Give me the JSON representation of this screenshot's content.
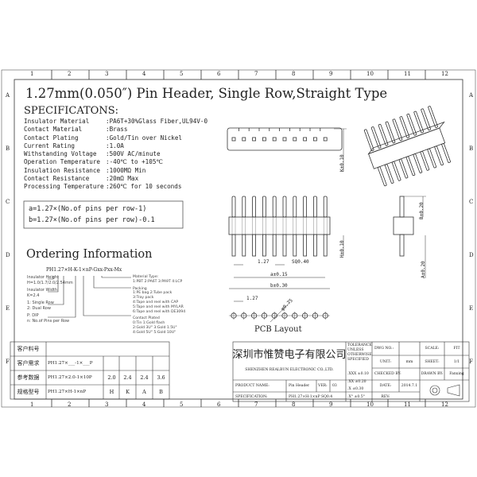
{
  "frame": {
    "columns": [
      "1",
      "2",
      "3",
      "4",
      "5",
      "6",
      "7",
      "8",
      "9",
      "10",
      "11",
      "12"
    ],
    "rows": [
      "A",
      "B",
      "C",
      "D",
      "E",
      "F"
    ]
  },
  "title": "1.27mm(0.050″) Pin Header, Single Row,Straight Type",
  "specs": {
    "heading": "SPECIFICATONS:",
    "items": [
      {
        "label": "Insulator Material",
        "value": ":PA6T+30%Glass Fiber,UL94V-0"
      },
      {
        "label": "Contact Material",
        "value": ":Brass"
      },
      {
        "label": "Contact Plating",
        "value": ":Gold/Tin over Nickel"
      },
      {
        "label": "Current Rating",
        "value": ":1.0A"
      },
      {
        "label": "Withstanding Voltage",
        "value": ":500V AC/minute"
      },
      {
        "label": "Operation Temperature",
        "value": ":-40℃ to +105℃"
      },
      {
        "label": "Insulation Resistance",
        "value": ":1000MΩ Min"
      },
      {
        "label": "Contact Resistance",
        "value": ":20mΩ Max"
      },
      {
        "label": "Processing Temperature",
        "value": ":260℃ for 10 seconds"
      }
    ]
  },
  "formulas": [
    "a=1.27×(No.of pins per row-1)",
    "b=1.27×(No.of pins per row)-0.1"
  ],
  "ordering": {
    "heading": "Ordering Information",
    "code": "PH1.27×H-K-1×nP-Gxx-Pxx-Mx",
    "left": [
      "Insulator Height",
      "H=1.0/1.7/2.0/2.54mm",
      "Insulator Width",
      "K=2.4",
      "1:  Single Row",
      "2:  Dual Row",
      "P: DIP",
      "n: No.of Pins per Row"
    ],
    "right": [
      "Material Type:",
      "1:PBT 2:PA6T 3:PA9T 4:LCP",
      "Packing",
      "1:PE bag    2:Tube pack",
      "3:Tray pack",
      "4:Tape and reel with CAP",
      "5:Tape and reel with MYLAR",
      "6:Tape and reel with DE3094",
      "Contact Plated",
      "0:Tin          1:Gold flash",
      "2:Gold 3U\"     3:Gold 1.5U\"",
      "4:Gold 5U\"     5:Gold 10U\""
    ]
  },
  "dims": {
    "k": "K±0.10",
    "h": "H±0.10",
    "b_side": "B±0.20",
    "a_side": "A±0.20",
    "pitch": "1.27",
    "sq": "SQ0.40",
    "a": "a±0.15",
    "b": "b±0.30",
    "pcb_pitch": "1.27",
    "hole": "φ0.75",
    "pcb_label": "PCB Layout"
  },
  "customer_table": {
    "rows": [
      {
        "label": "客户料号",
        "code": "",
        "vals": []
      },
      {
        "label": "客户需求",
        "code": "PH1.27×___-1×___P",
        "vals": [
          "",
          "",
          "",
          ""
        ]
      },
      {
        "label": "参考数据",
        "code": "PH1.27×2.0-1×10P",
        "vals": [
          "2.0",
          "2.4",
          "2.4",
          "3.6"
        ]
      },
      {
        "label": "规格型号",
        "code": "PH1.27×H-1×nP",
        "vals": [
          "H",
          "K",
          "A",
          "B"
        ]
      }
    ]
  },
  "title_block": {
    "company_cn": "深圳市惟赞电子有限公司",
    "company_en": "SHENZHEN REALBUN ELECTRONIC CO.,LTD.",
    "tolerance": "TOLERANCE UNLESS OTHERWISE SPECIFIED",
    "tol_values": [
      ".XXX  ±0.10",
      ".XX   ±0.20",
      ".X    ±0.30",
      ".X°   ±0.5°"
    ],
    "dwg_no": "DWG NO.:",
    "unit": "UNIT:",
    "unit_value": "mm",
    "checked_by": "CHECKED BY:",
    "date": "DATE:",
    "date_value": "2014.7.1",
    "rev": "REV:",
    "scale": "SCALE:",
    "scale_value": "FIT",
    "sheet": "SHEET:",
    "sheet_value": "1/1",
    "drawn_by": "DRAWN BY:",
    "drawn_value": "Fanxing",
    "product_name": "PRODUCT NAME:",
    "product_value": "Pin Header",
    "ver": "VER:",
    "ver_value": "03",
    "specification": "SPECIFICATION:",
    "spec_value": "PH1.27×H-1×nP SQ0.4"
  }
}
